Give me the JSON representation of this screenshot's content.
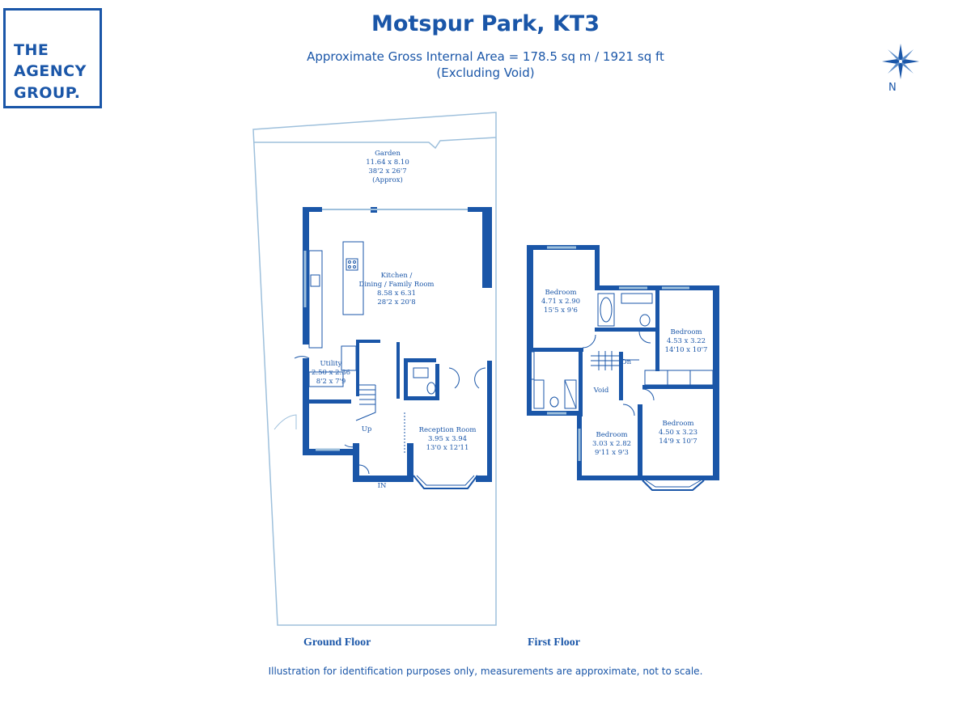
{
  "logo": {
    "line1": "THE",
    "line2": "AGENCY",
    "line3": "GROUP."
  },
  "header": {
    "title": "Motspur Park, KT3",
    "area": "Approximate Gross Internal Area = 178.5 sq m / 1921 sq ft",
    "note": "(Excluding Void)"
  },
  "compass": {
    "label": "N",
    "icon": "compass-rose-icon"
  },
  "colors": {
    "wall": "#1a56a8",
    "outline": "#9ec0dc",
    "text": "#1a56a8"
  },
  "rooms": {
    "garden": {
      "name": "Garden",
      "metric": "11.64 x 8.10",
      "imperial": "38'2 x 26'7",
      "note": "(Approx)"
    },
    "kitchen": {
      "name1": "Kitchen /",
      "name2": "Dining / Family Room",
      "metric": "8.58 x 6.31",
      "imperial": "28'2 x 20'8"
    },
    "utility": {
      "name": "Utility",
      "metric": "2.50 x 2.36",
      "imperial": "8'2 x 7'9"
    },
    "reception": {
      "name": "Reception Room",
      "metric": "3.95 x 3.94",
      "imperial": "13'0 x 12'11"
    },
    "bed1": {
      "name": "Bedroom",
      "metric": "4.71 x 2.90",
      "imperial": "15'5 x 9'6"
    },
    "bed2": {
      "name": "Bedroom",
      "metric": "4.53 x 3.22",
      "imperial": "14'10 x 10'7"
    },
    "bed3": {
      "name": "Bedroom",
      "metric": "3.03 x 2.82",
      "imperial": "9'11 x 9'3"
    },
    "bed4": {
      "name": "Bedroom",
      "metric": "4.50 x 3.23",
      "imperial": "14'9 x 10'7"
    }
  },
  "labels": {
    "up": "Up",
    "down": "Dn",
    "entry": "IN",
    "void": "Void"
  },
  "floors": {
    "ground": "Ground Floor",
    "first": "First Floor"
  },
  "footer": "Illustration for identification purposes only, measurements are approximate, not to scale."
}
